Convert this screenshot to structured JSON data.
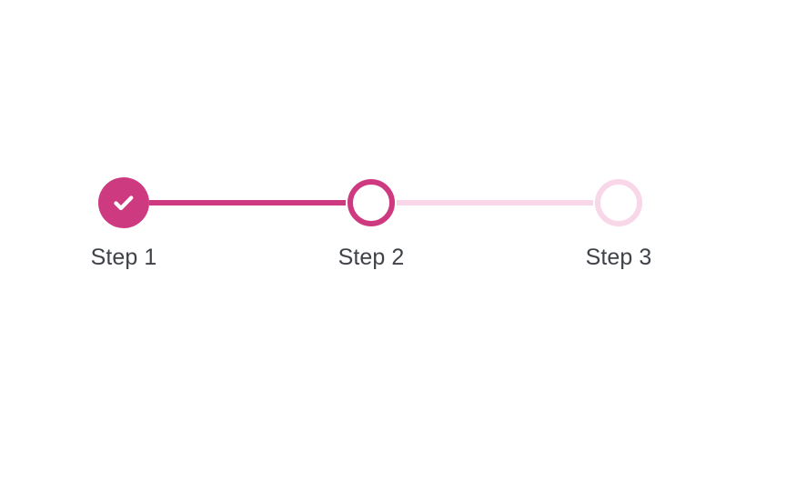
{
  "page": {
    "background_color": "#ffffff"
  },
  "stepper": {
    "orientation": "horizontal",
    "current_step": 2,
    "total_steps": 3,
    "colors": {
      "complete_fill": "#ce3a80",
      "active_ring": "#ce3a80",
      "pending_ring": "#f7d7e8",
      "connector_done": "#ce3a80",
      "connector_todo": "#f7d7e8",
      "label_text": "#3f4349",
      "check_mark": "#ffffff"
    },
    "steps": [
      {
        "label": "Step 1",
        "state": "complete",
        "icon": "check-icon"
      },
      {
        "label": "Step 2",
        "state": "active",
        "icon": ""
      },
      {
        "label": "Step 3",
        "state": "pending",
        "icon": ""
      }
    ],
    "connectors": [
      {
        "state": "done"
      },
      {
        "state": "todo"
      }
    ]
  }
}
